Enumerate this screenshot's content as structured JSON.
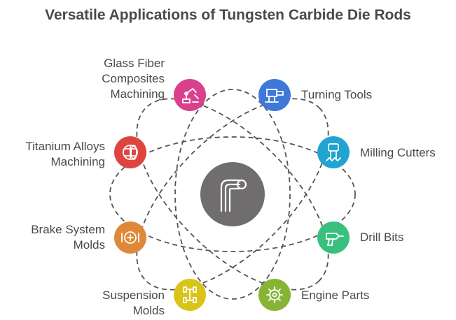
{
  "title": "Versatile Applications of Tungsten Carbide Die Rods",
  "colors": {
    "center": "#6f6d6d",
    "text": "#4a4a4a",
    "line": "#555555"
  },
  "center": {
    "icon": "die-rod-icon"
  },
  "nodes": [
    {
      "id": "glass-fiber",
      "label": "Glass Fiber Composites Machining",
      "color": "#d9418f",
      "icon": "robot-arm-icon"
    },
    {
      "id": "turning-tools",
      "label": "Turning Tools",
      "color": "#3f78d9",
      "icon": "lathe-icon"
    },
    {
      "id": "titanium",
      "label": "Titanium Alloys Machining",
      "color": "#df4540",
      "icon": "alloy-cylinder-icon"
    },
    {
      "id": "milling",
      "label": "Milling Cutters",
      "color": "#22a4d3",
      "icon": "milling-cutter-icon"
    },
    {
      "id": "brake",
      "label": "Brake System Molds",
      "color": "#e0883a",
      "icon": "brake-icon"
    },
    {
      "id": "drill",
      "label": "Drill Bits",
      "color": "#39c07f",
      "icon": "drill-icon"
    },
    {
      "id": "suspension",
      "label": "Suspension Molds",
      "color": "#d9c418",
      "icon": "suspension-icon"
    },
    {
      "id": "engine",
      "label": "Engine Parts",
      "color": "#86b536",
      "icon": "engine-gear-icon"
    }
  ]
}
